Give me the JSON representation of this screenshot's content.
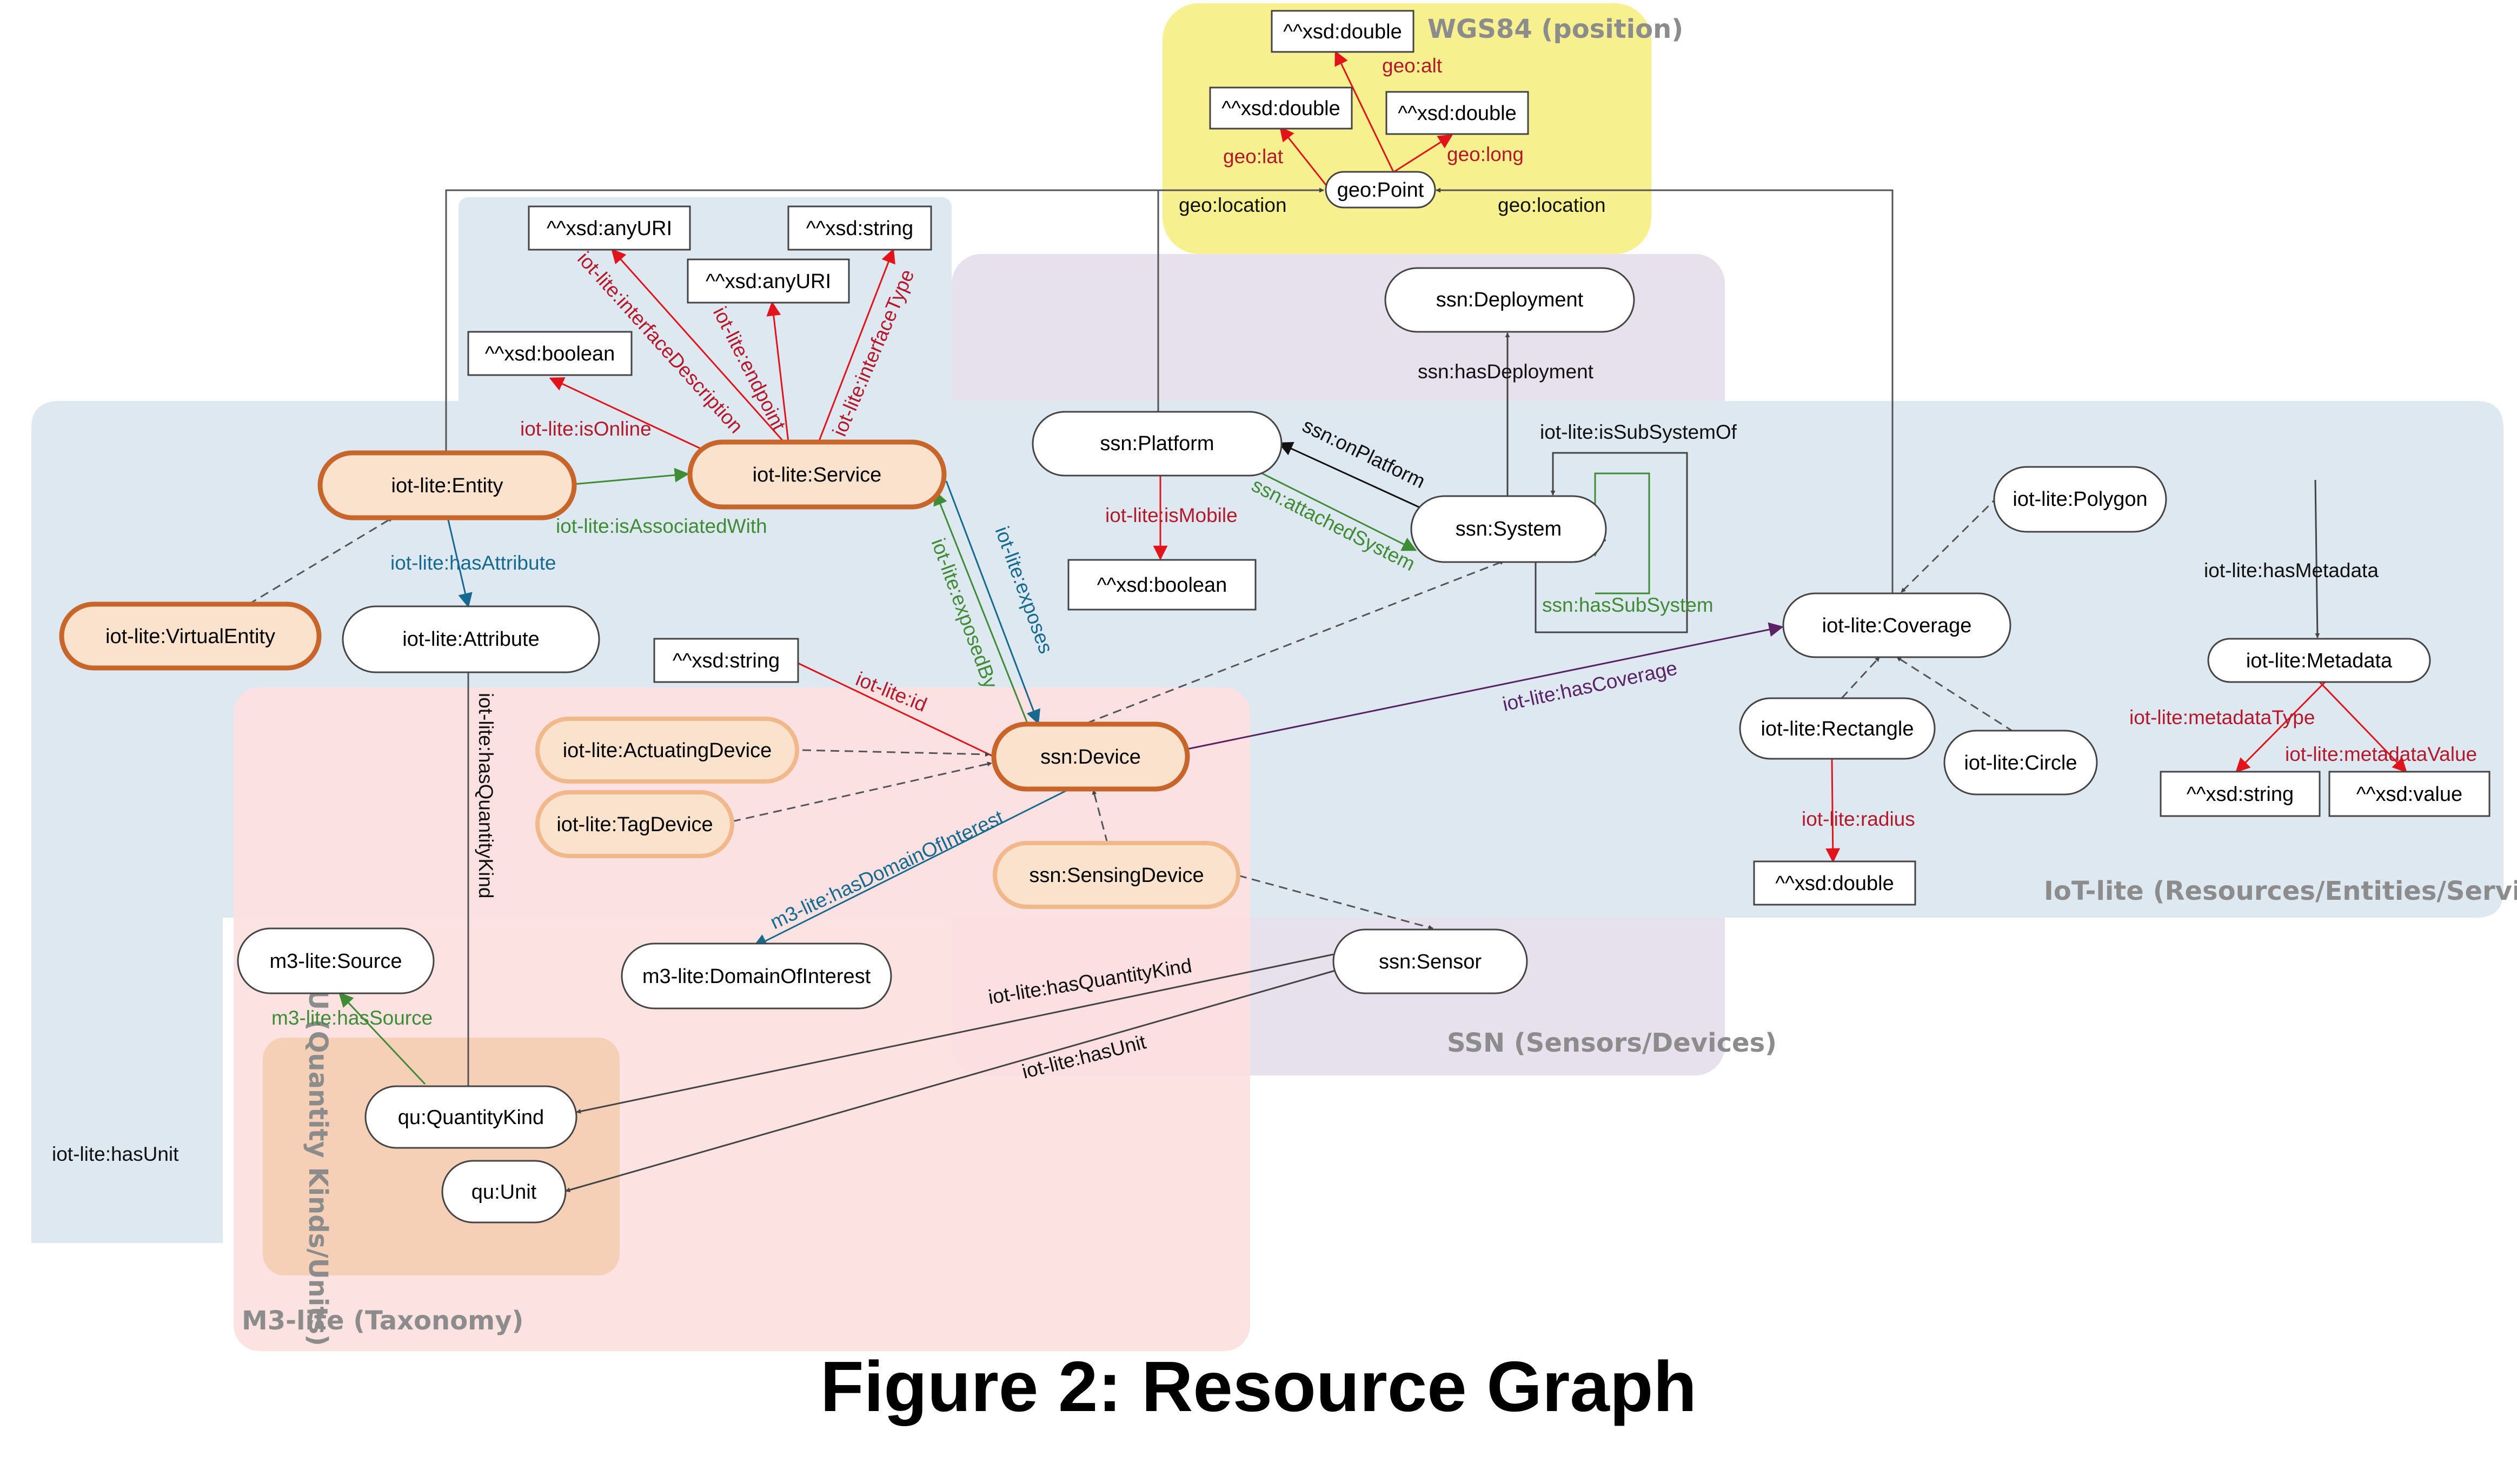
{
  "caption": "Figure 2: Resource Graph",
  "regions": {
    "wgs84": "WGS84 (position)",
    "iotlite": "IoT-lite (Resources/Entities/Services)",
    "ssn": "SSN (Sensors/Devices)",
    "m3lite": "M3-lite (Taxonomy)",
    "qu": "QU (Quantity Kinds/Units)"
  },
  "nodes": {
    "xsd_double_alt": "^^xsd:double",
    "xsd_double_lat": "^^xsd:double",
    "xsd_double_long": "^^xsd:double",
    "geo_point": "geo:Point",
    "xsd_anyuri_1": "^^xsd:anyURI",
    "xsd_anyuri_2": "^^xsd:anyURI",
    "xsd_string_svc": "^^xsd:string",
    "xsd_boolean_svc": "^^xsd:boolean",
    "ssn_deployment": "ssn:Deployment",
    "iot_entity": "iot-lite:Entity",
    "iot_service": "iot-lite:Service",
    "ssn_platform": "ssn:Platform",
    "ssn_system": "ssn:System",
    "iot_polygon": "iot-lite:Polygon",
    "iot_virtualentity": "iot-lite:VirtualEntity",
    "iot_attribute": "iot-lite:Attribute",
    "xsd_boolean_platform": "^^xsd:boolean",
    "iot_coverage": "iot-lite:Coverage",
    "iot_metadata": "iot-lite:Metadata",
    "xsd_string_dev": "^^xsd:string",
    "iot_actuatingdevice": "iot-lite:ActuatingDevice",
    "ssn_device": "ssn:Device",
    "iot_tagdevice": "iot-lite:TagDevice",
    "iot_rectangle": "iot-lite:Rectangle",
    "iot_circle": "iot-lite:Circle",
    "xsd_string_meta": "^^xsd:string",
    "xsd_value_meta": "^^xsd:value",
    "ssn_sensingdevice": "ssn:SensingDevice",
    "xsd_double_radius": "^^xsd:double",
    "m3_source": "m3-lite:Source",
    "m3_domain": "m3-lite:DomainOfInterest",
    "ssn_sensor": "ssn:Sensor",
    "qu_quantitykind": "qu:QuantityKind",
    "qu_unit": "qu:Unit"
  },
  "edges": {
    "geo_alt": "geo:alt",
    "geo_lat": "geo:lat",
    "geo_long": "geo:long",
    "geo_location_left": "geo:location",
    "geo_location_right": "geo:location",
    "interface_description": "iot-lite:interfaceDescription",
    "endpoint": "iot-lite:endpoint",
    "interface_type": "iot-lite:interfaceType",
    "is_online": "iot-lite:isOnline",
    "has_deployment": "ssn:hasDeployment",
    "on_platform": "ssn:onPlatform",
    "is_subsystem_of": "iot-lite:isSubSystemOf",
    "attached_system": "ssn:attachedSystem",
    "has_subsystem": "ssn:hasSubSystem",
    "is_mobile": "iot-lite:isMobile",
    "is_associated_with": "iot-lite:isAssociatedWith",
    "has_attribute": "iot-lite:hasAttribute",
    "exposed_by": "iot-lite:exposedBy",
    "exposes": "iot-lite:exposes",
    "has_metadata": "iot-lite:hasMetadata",
    "has_coverage": "iot-lite:hasCoverage",
    "id": "iot-lite:id",
    "has_quantity_kind_attr": "iot-lite:hasQuantityKind",
    "metadata_type": "iot-lite:metadataType",
    "metadata_value": "iot-lite:metadataValue",
    "radius": "iot-lite:radius",
    "has_domain_of_interest": "m3-lite:hasDomainOfInterest",
    "has_quantity_kind_sensor": "iot-lite:hasQuantityKind",
    "has_unit_sensor": "iot-lite:hasUnit",
    "has_source": "m3-lite:hasSource",
    "has_unit_left": "iot-lite:hasUnit"
  },
  "colors": {
    "wgs84_fill": "#f6f18e",
    "iotlite_fill": "#dde8f1",
    "ssn_fill": "#e6e1ec",
    "m3lite_fill": "#fde0e0",
    "qu_fill": "#f5cfb6",
    "orange_stroke": "#c8652a",
    "orange_light_stroke": "#f1b88c",
    "orange_fill": "#fbe2cc",
    "red": "#e0141a",
    "dark_red": "#b4182b",
    "green": "#3f8b36",
    "blue": "#166a8f",
    "purple": "#5a2266",
    "gray": "#555555"
  }
}
